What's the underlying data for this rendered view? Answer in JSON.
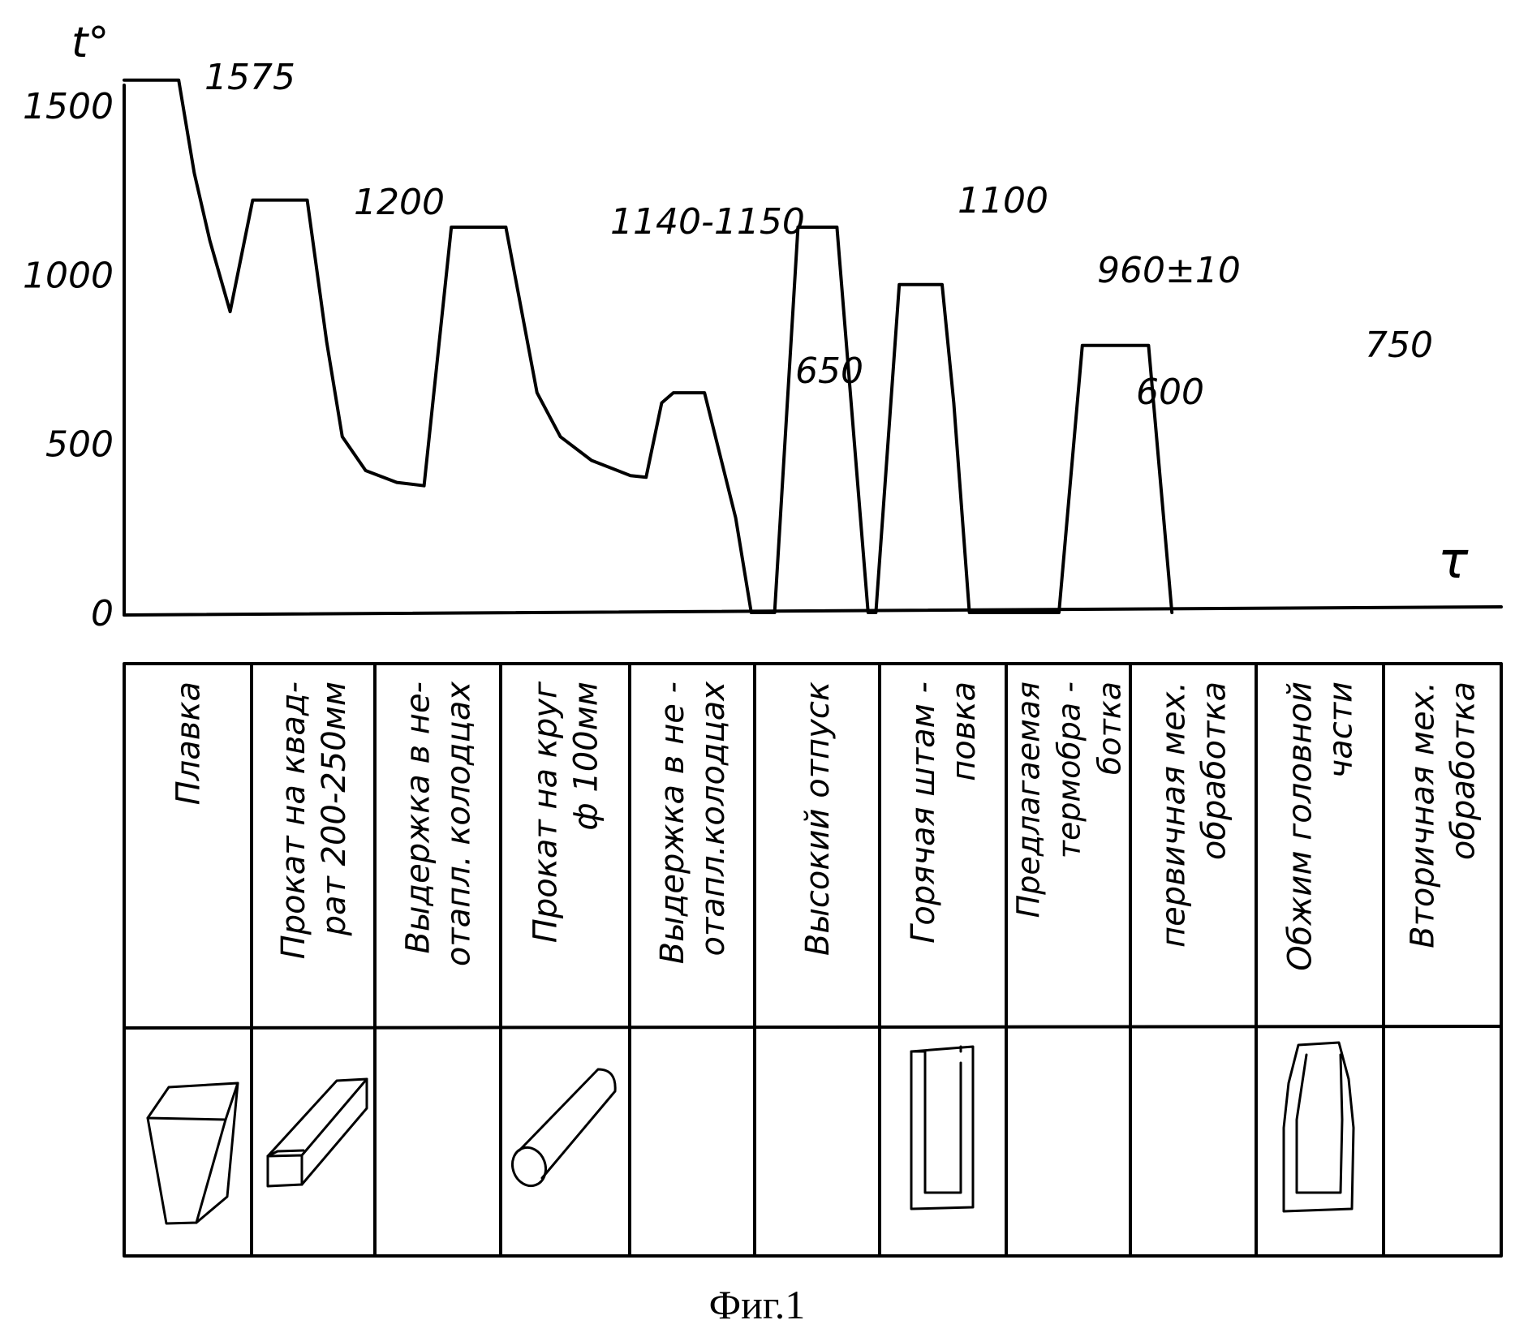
{
  "chart_data": {
    "type": "line",
    "ylabel": "t°",
    "xlabel": "τ",
    "ylim": [
      0,
      1600
    ],
    "yticks": [
      0,
      500,
      1000,
      1500
    ],
    "ytick_labels": [
      "0",
      "500",
      "1000",
      "1500"
    ],
    "series": [
      {
        "points": [
          [
            0,
            1575
          ],
          [
            7,
            1575
          ],
          [
            9,
            1300
          ],
          [
            11,
            1100
          ],
          [
            13.6,
            890
          ],
          [
            16.5,
            1220
          ],
          [
            23.5,
            1220
          ],
          [
            26,
            800
          ],
          [
            28,
            520
          ],
          [
            31,
            420
          ],
          [
            35,
            385
          ],
          [
            38.5,
            375
          ],
          [
            42,
            1140
          ],
          [
            49,
            1140
          ],
          [
            53,
            650
          ],
          [
            56,
            520
          ],
          [
            60,
            450
          ],
          [
            65,
            405
          ],
          [
            67,
            400
          ],
          [
            69,
            620
          ],
          [
            70.5,
            650
          ],
          [
            74.5,
            650
          ],
          [
            78.5,
            280
          ],
          [
            80.5,
            0
          ],
          [
            83.5,
            0
          ],
          [
            86.5,
            1140
          ],
          [
            91.5,
            1140
          ],
          [
            95.5,
            0
          ],
          [
            96.5,
            0
          ],
          [
            99.5,
            970
          ],
          [
            105,
            970
          ],
          [
            106.5,
            620
          ],
          [
            108.5,
            0
          ],
          [
            120,
            0
          ],
          [
            123,
            790
          ],
          [
            131.5,
            790
          ],
          [
            134.5,
            0
          ]
        ]
      }
    ],
    "annotations": [
      "1575",
      "1200",
      "1140-1150",
      "650",
      "1100",
      "960±10",
      "600",
      "750"
    ]
  },
  "table": {
    "operations": [
      "Плавка",
      "Прокат на квад-|рат 200-250мм",
      "Выдержка в не-|отапл. колодцах",
      "Прокат на круг|ф 100мм",
      "Выдержка в не -|отапл.колодцах",
      "Высокий отпуск",
      "Горячая штам -|повка",
      "Предлагаемая|термобра -|ботка",
      "первичная мех.|обработка",
      "Обжим головной|части",
      "Вторичная мех.|обработка"
    ],
    "sketches": [
      "block-icon",
      "bar-icon",
      "",
      "rod-icon",
      "",
      "",
      "die-icon",
      "",
      "",
      "head-icon",
      ""
    ]
  },
  "caption": "Фиг.1"
}
